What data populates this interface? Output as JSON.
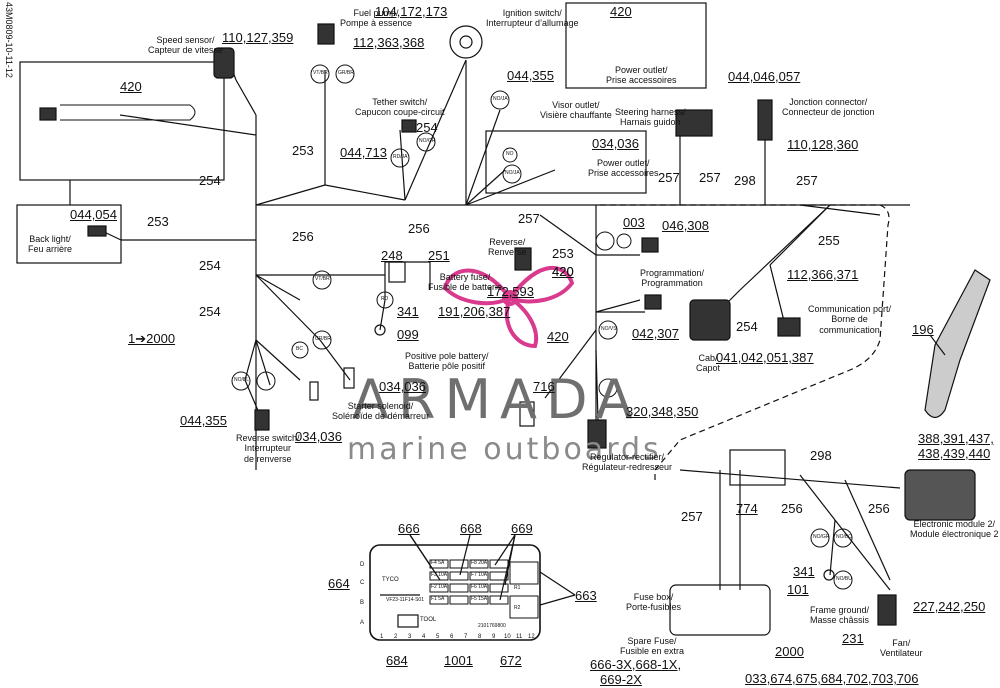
{
  "doc_id": "43M0809-10-11-12",
  "watermark": {
    "name": "ARMADA",
    "tagline": "marine outboards",
    "color": "#d93a8e"
  },
  "callouts": {
    "speed_sensor": "110,127,359",
    "fuel_pump_a": "112,363,368",
    "ignition_parts": "104,172,173",
    "p420_top": "420",
    "visor_code": "044,355",
    "steering_code": "044,046,057",
    "jonction_code": "110,128,360",
    "tether_code": "044,713",
    "power_outlet_code": "034,036",
    "p003": "003",
    "p046": "046,308",
    "p420_left": "420",
    "p044_054": "044,054",
    "p420_mid": "420",
    "p112_366": "112,366,371",
    "p248": "248",
    "p251": "251",
    "p172_593": "172,593",
    "p191": "191,206,387",
    "p341_a": "341",
    "p099": "099",
    "p042_307": "042,307",
    "p196": "196",
    "p1_2000": "1➔2000",
    "p420_low": "420",
    "p041": "041,042,051,387",
    "p034_036_mid": "034,036",
    "p716": "716",
    "p320": "320,348,350",
    "p044_355_low": "044,355",
    "p034_036_low": "034,036",
    "p388": "388,391,437,",
    "p438": "438,439,440",
    "p666": "666",
    "p668": "668",
    "p669": "669",
    "p664": "664",
    "p663": "663",
    "p684": "684",
    "p1001": "1001",
    "p672": "672",
    "p774": "774",
    "p341_b": "341",
    "p101": "101",
    "p227": "227,242,250",
    "p231": "231",
    "p2000": "2000",
    "p033": "033,674,675,684,702,703,706",
    "spare_parts_1": "666-3X,668-1X,",
    "spare_parts_2": "669-2X"
  },
  "wires": {
    "w254_a": "254",
    "w253_a": "253",
    "w254_b": "254",
    "w253_b": "253",
    "w256_a": "256",
    "w256_b": "256",
    "w254_c": "254",
    "w254_d": "254",
    "w257_a": "257",
    "w257_b": "257",
    "w298_a": "298",
    "w257_c": "257",
    "w257_d": "257",
    "w253_c": "253",
    "w420": "420",
    "w255": "255",
    "w254_e": "254",
    "w257_e": "257",
    "w256_c": "256",
    "w298_b": "298",
    "w256_d": "256"
  },
  "labels": {
    "speed_sensor": [
      "Speed sensor/",
      "Capteur de vitesse"
    ],
    "fuel_pump": [
      "Fuel pump/",
      "Pompe à essence"
    ],
    "ignition_switch": [
      "Ignition switch/",
      "Interrupteur d’allumage"
    ],
    "power_outlet_top": [
      "Power outlet/",
      "Prise accessoires"
    ],
    "visor_outlet": [
      "Visor outlet/",
      "Visière chauffante"
    ],
    "steering_harness": [
      "Steering harness/",
      "Harnais guidon"
    ],
    "jonction_connector": [
      "Jonction connector/",
      "Connecteur de jonction"
    ],
    "tether_switch": [
      "Tether switch/",
      "Capucon coupe-circuit"
    ],
    "power_outlet_mid": [
      "Power outlet/",
      "Prise accessoires"
    ],
    "back_light": [
      "Back light/",
      "Feu arrière"
    ],
    "reverse": [
      "Reverse/",
      "Renverse"
    ],
    "programmation": [
      "Programmation/",
      "Programmation"
    ],
    "battery_fuse": [
      "Battery fuse/",
      "Fusible de batterie"
    ],
    "communication_port": [
      "Communication port/",
      "Borne de",
      "communication"
    ],
    "positive_pole": [
      "Positive pole battery/",
      "Batterie pôle positif"
    ],
    "cab": [
      "Cab/",
      "Capot"
    ],
    "starter_solenoid": [
      "Starter solenoid/",
      "Solénoïde de démarreur"
    ],
    "regulator": [
      "Regulator-rectifier/",
      "Régulateur-redresseur"
    ],
    "reverse_switch": [
      "Reverse switch/",
      "Interrupteur",
      "de renverse"
    ],
    "electronic_module": [
      "Electronic module 2/",
      "Module électronique 2"
    ],
    "fuse_box": [
      "Fuse box/",
      "Porte-fusibles"
    ],
    "frame_ground": [
      "Frame ground/",
      "Masse châssis"
    ],
    "fan": [
      "Fan/",
      "Ventilateur"
    ],
    "spare_fuse": [
      "Spare Fuse/",
      "Fusible en extra"
    ]
  },
  "connector_tags": {
    "vt_br": "VT/BR",
    "gr_br": "GR/BR",
    "no_ja": "NO/JA",
    "no_gr": "NO/GR",
    "rd_ja": "RD/JA",
    "no_ja2": "NO/JA",
    "no": "NO",
    "gr_br2": "GR/BR",
    "vt_br2": "VT/BR",
    "bc": "BC",
    "rd": "RD",
    "no_bl": "NO/BL",
    "no_vs": "NO/VS",
    "no_gr2": "NO/GR",
    "no_bc": "NO/BC",
    "no_bu": "NO/BU"
  },
  "fuse_box": {
    "brand": "TYCO",
    "part": "VF23-11F14-S01",
    "tool": "TOOL",
    "serial": "2101769800",
    "columns": [
      "1",
      "2",
      "3",
      "4",
      "5",
      "6",
      "7",
      "8",
      "9",
      "10",
      "11",
      "12"
    ],
    "rows": [
      "D",
      "C",
      "B",
      "A"
    ],
    "fuses": [
      "F4 5A",
      "F3 10A",
      "F2 10A",
      "F1 5A",
      "F8 20A",
      "F7 10A",
      "F6 10A",
      "F5 15A"
    ],
    "relays": [
      "R1",
      "R2"
    ]
  }
}
